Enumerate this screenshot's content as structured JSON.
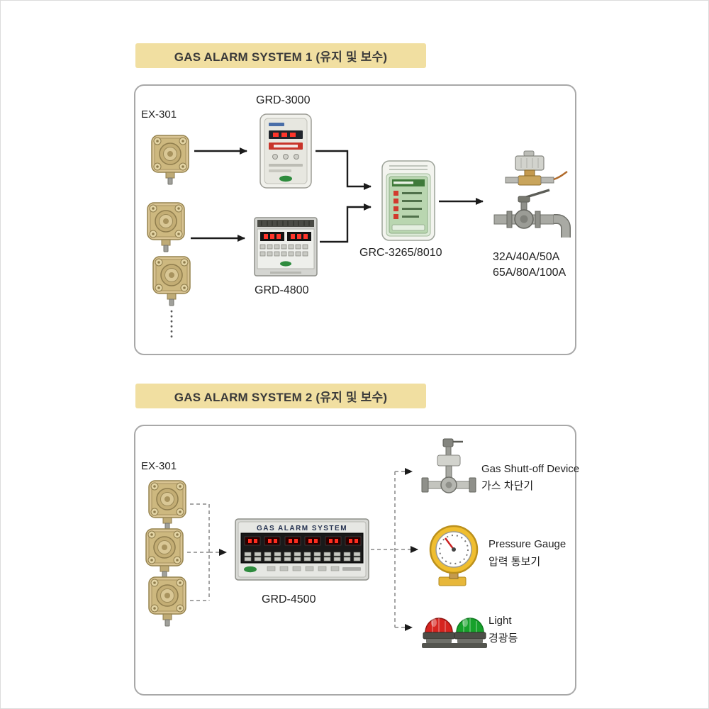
{
  "system1": {
    "title": "GAS ALARM SYSTEM 1 (유지 및 보수)",
    "detector_label": "EX-301",
    "controller_top_label": "GRD-3000",
    "controller_bottom_label": "GRD-4800",
    "receiver_label": "GRC-3265/8010",
    "valve_sizes": [
      "32A/40A/50A",
      "65A/80A/100A"
    ]
  },
  "system2": {
    "title": "GAS ALARM SYSTEM 2 (유지 및 보수)",
    "detector_label": "EX-301",
    "panel_face_title": "GAS ALARM SYSTEM",
    "panel_label": "GRD-4500",
    "outputs": [
      {
        "name_en": "Gas Shutt-off Device",
        "name_ko": "가스 차단기"
      },
      {
        "name_en": "Pressure Gauge",
        "name_ko": "압력 통보기"
      },
      {
        "name_en": "Light",
        "name_ko": "경광등"
      }
    ]
  },
  "icons": {
    "gas-detector-icon": "brass explosion-proof gas detector head",
    "grd-3000-controller-icon": "single channel gas alarm controller",
    "grd-4800-controller-icon": "multi channel gas alarm controller",
    "grc-receiver-icon": "gas receiver / shut-off controller",
    "shutoff-valves-icon": "automatic gas shut-off valves with piping",
    "gas-shutoff-device-icon": "gas shut-off valve with actuator",
    "pressure-gauge-icon": "yellow pressure gauge",
    "warning-lights-icon": "red and green warning beacon lights"
  },
  "colors": {
    "banner_bg": "#f1dfa1",
    "box_border": "#a8a8a8",
    "detector_brass": "#d9c493",
    "led_red": "#ff352a",
    "logo_green": "#2e8b3d",
    "gauge_yellow": "#f0be2f",
    "beacon_red": "#d6241f",
    "beacon_green": "#17a12b"
  }
}
